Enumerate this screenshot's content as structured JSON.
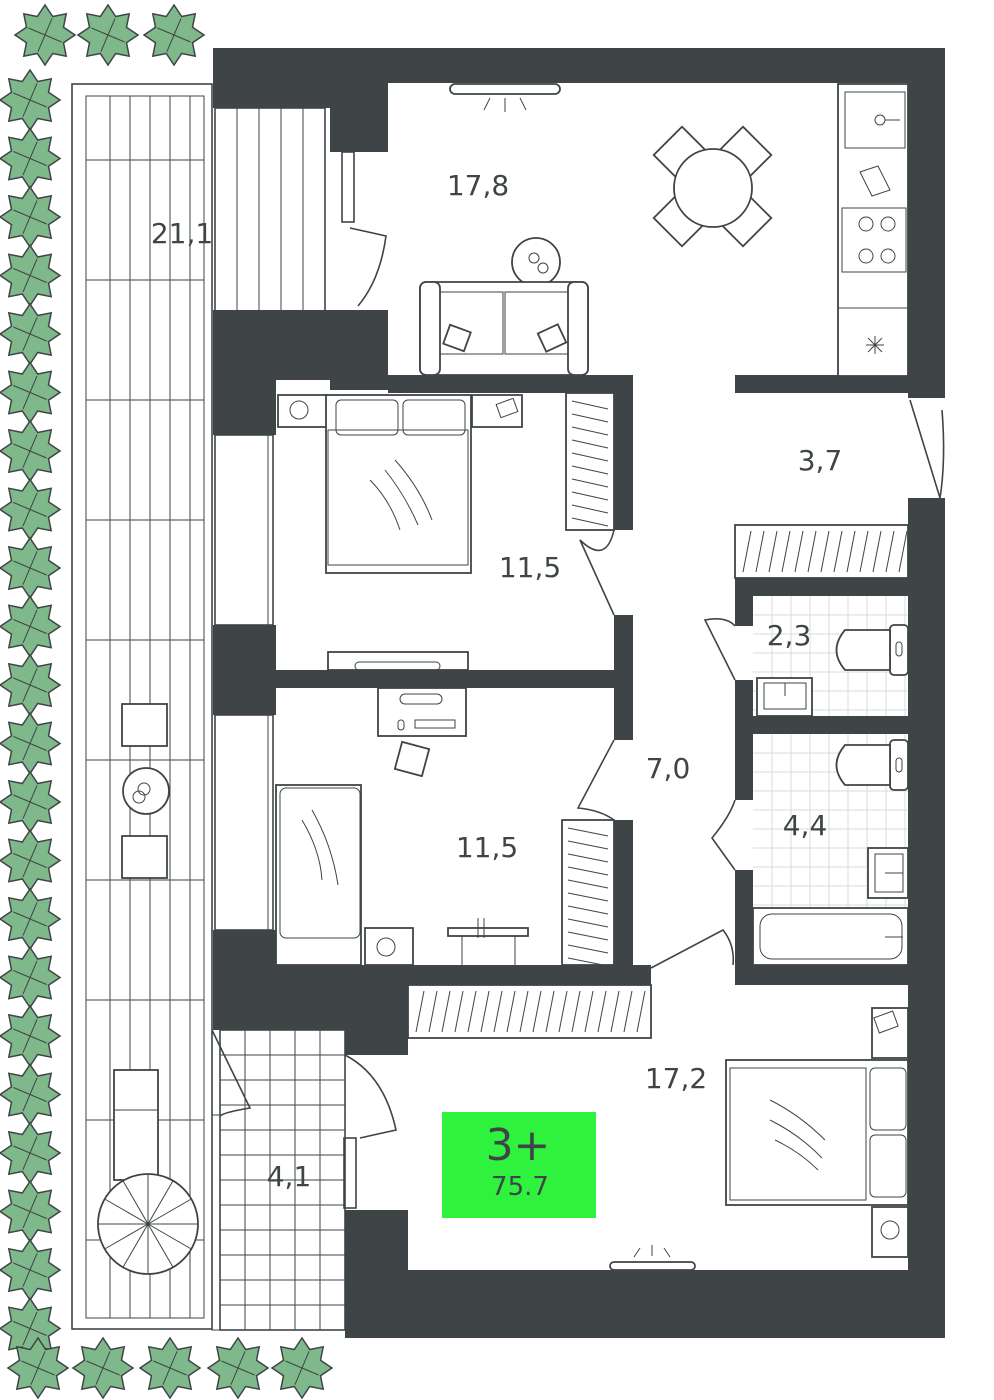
{
  "rooms": {
    "living_kitchen": "17,8",
    "terrace": "21,1",
    "bedroom_1": "11,5",
    "bedroom_2": "11,5",
    "hall": "3,7",
    "corridor": "7,0",
    "wc": "2,3",
    "bathroom": "4,4",
    "master_bedroom": "17,2",
    "balcony": "4,1"
  },
  "badge": {
    "rooms": "3+",
    "area": "75.7"
  },
  "colors": {
    "wall": "#3f4546",
    "badge": "#2ff23f",
    "plant": "#7fb88a",
    "tile": "#d9dcdc"
  },
  "icons": [
    "plant-icon",
    "table-icon",
    "chair-icon",
    "sofa-icon",
    "bed-icon",
    "sink-icon",
    "stove-icon",
    "toilet-icon",
    "bathtub-icon",
    "fan-icon",
    "lamp-icon"
  ]
}
